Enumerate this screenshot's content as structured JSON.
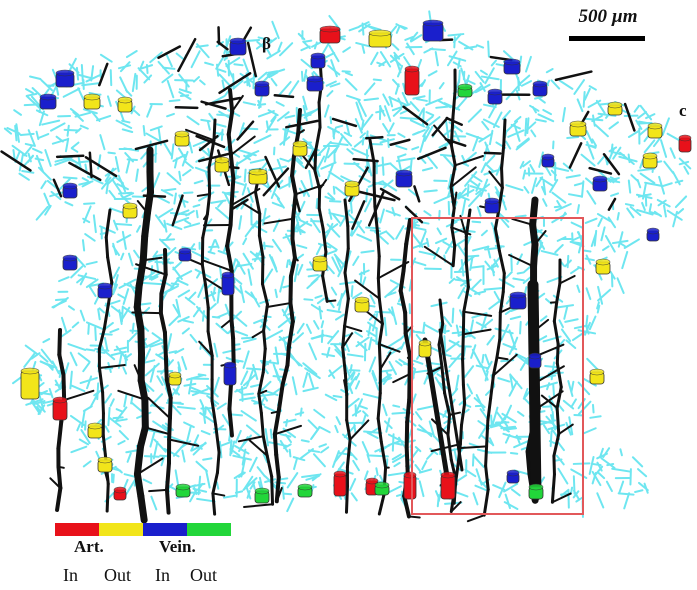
{
  "scale": {
    "label": "500 µm"
  },
  "tags": {
    "beta": "β",
    "c": "c"
  },
  "legend": {
    "groups": [
      "Art.",
      "Vein."
    ],
    "subs": [
      "In",
      "Out",
      "In",
      "Out"
    ],
    "colors": [
      "#e8111a",
      "#f2e51a",
      "#1a1fcc",
      "#22d63a"
    ]
  },
  "colors": {
    "capillary": "#6ee6f0",
    "vessel": "#111111",
    "highlight_box": "#e2585a"
  }
}
